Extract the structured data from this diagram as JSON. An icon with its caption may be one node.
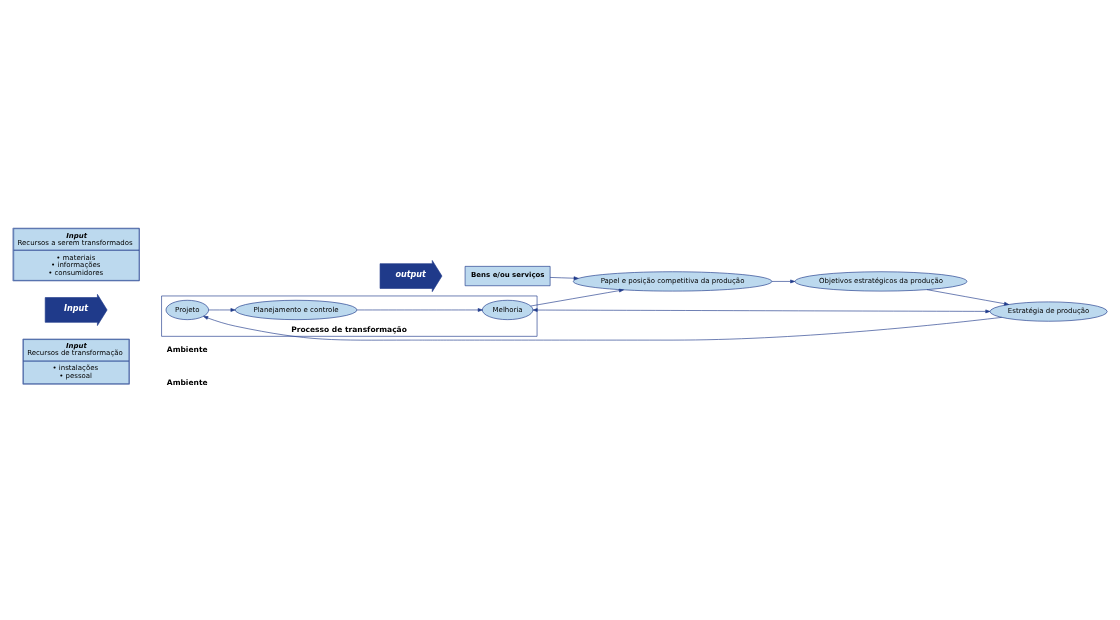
{
  "diagram": {
    "nodes": [
      {
        "text": [
          "Input",
          "Recursos a serem transformados",
          "• materiais",
          "• informações",
          "• consumidores"
        ]
      },
      {
        "text": [
          "Input"
        ]
      },
      {
        "text": [
          "Input",
          "Recursos de transformação",
          "• instalações",
          "• pessoal"
        ]
      },
      {
        "text": [
          "Processo de transformação"
        ]
      },
      {
        "text": [
          "Projeto"
        ],
        "in": 3
      },
      {
        "text": [
          "Melhoria"
        ],
        "in": 3
      },
      {
        "text": [
          "Planejamento e controle"
        ],
        "in": 3
      },
      {
        "text": [
          "Estratégia de produção"
        ]
      },
      {
        "text": [
          "Objetivos estratégicos da produção"
        ]
      },
      {
        "text": [
          "Papel e posição competitiva da produção"
        ]
      },
      {
        "text": [
          "output"
        ]
      },
      {
        "text": [
          "Bens e/ou serviços"
        ]
      }
    ],
    "edges": [
      {
        "from": 8,
        "to": 7,
        "arrow": "to"
      },
      {
        "from": 7,
        "to": 4,
        "arrow": "to"
      },
      {
        "from": 7,
        "to": 5,
        "arrow": "both"
      },
      {
        "from": 4,
        "to": 6,
        "arrow": "to"
      },
      {
        "from": 6,
        "to": 5,
        "arrow": "to"
      },
      {
        "from": 5,
        "to": 9,
        "arrow": "to"
      },
      {
        "from": 9,
        "to": 8,
        "arrow": "to"
      },
      {
        "from": 11,
        "to": 9,
        "arrow": "to"
      }
    ],
    "labels": [
      "Ambiente",
      "Ambiente"
    ]
  }
}
